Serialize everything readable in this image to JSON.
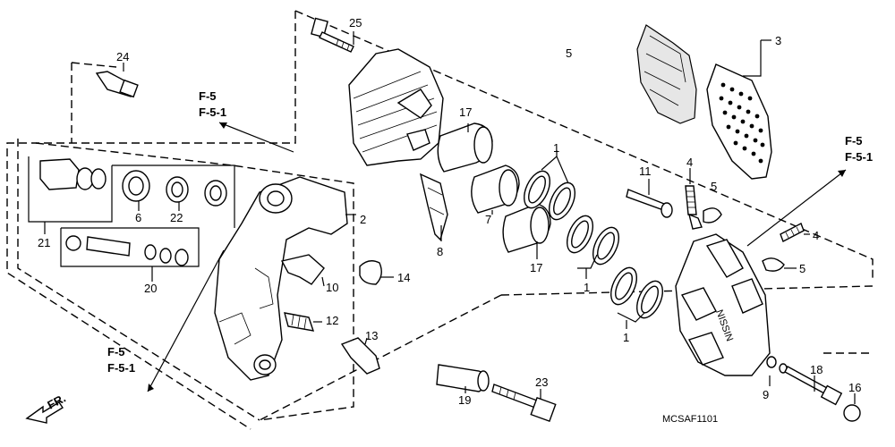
{
  "diagram": {
    "parts": [
      {
        "num": "1"
      },
      {
        "num": "2"
      },
      {
        "num": "3"
      },
      {
        "num": "4"
      },
      {
        "num": "5"
      },
      {
        "num": "6"
      },
      {
        "num": "7"
      },
      {
        "num": "8"
      },
      {
        "num": "9"
      },
      {
        "num": "10"
      },
      {
        "num": "11"
      },
      {
        "num": "12"
      },
      {
        "num": "13"
      },
      {
        "num": "14"
      },
      {
        "num": "16"
      },
      {
        "num": "17"
      },
      {
        "num": "18"
      },
      {
        "num": "19"
      },
      {
        "num": "20"
      },
      {
        "num": "21"
      },
      {
        "num": "22"
      },
      {
        "num": "23"
      },
      {
        "num": "24"
      },
      {
        "num": "25"
      }
    ],
    "refs": [
      "F-5",
      "F-5-1"
    ],
    "front_label": "FR.",
    "brand_mark": "NISSIN",
    "diagram_code": "MCSAF1101"
  }
}
